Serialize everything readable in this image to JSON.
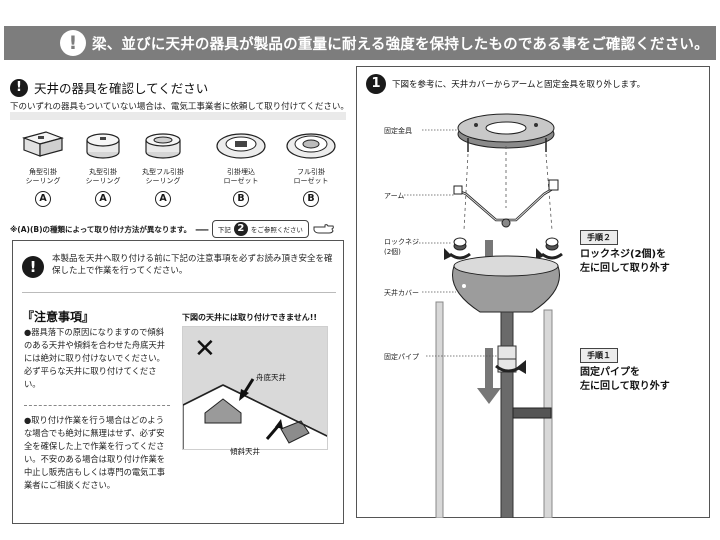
{
  "banner": {
    "icon_glyph": "!",
    "text": "梁、並びに天井の器具が製品の重量に耐える強度を保持したものである事をご確認ください。"
  },
  "left": {
    "heading_icon": "!",
    "heading": "天井の器具を確認してください",
    "subtext": "下のいずれの器具もついていない場合は、電気工事業者に依頼して取り付けてください。",
    "fixtures": [
      {
        "label_line1": "角型引掛",
        "label_line2": "シーリング",
        "grade": "A"
      },
      {
        "label_line1": "丸型引掛",
        "label_line2": "シーリング",
        "grade": "A"
      },
      {
        "label_line1": "丸型フル引掛",
        "label_line2": "シーリング",
        "grade": "A"
      },
      {
        "label_line1": "引掛埋込",
        "label_line2": "ローゼット",
        "grade": "B"
      },
      {
        "label_line1": "フル引掛",
        "label_line2": "ローゼット",
        "grade": "B"
      }
    ],
    "method_note": "※(A)(B)の種類によって取り付け方法が異なります。",
    "ref_prefix": "下記",
    "ref_num": "2",
    "ref_suffix": "をご参照ください",
    "warning_icon": "!",
    "warning_text": "本製品を天井へ取り付ける前に下記の注意事項を必ずお読み頂き安全を確保した上で作業を行ってください。",
    "caution_title": "『注意事項』",
    "caution_items": [
      "●器具落下の原因になりますので傾斜のある天井や傾斜を合わせた舟底天井には絶対に取り付けないでください。必ず平らな天井に取り付けてください。",
      "●取り付け作業を行う場合はどのような場合でも絶対に無理はせず、必ず安全を確保した上で作業を行ってください。不安のある場合は取り付け作業を中止し販売店もしくは専門の電気工事業者にご相談ください。"
    ],
    "no_title": "下図の天井には取り付けできません!!",
    "no_mark": "✕",
    "label_funa": "舟底天井",
    "label_kei": "傾斜天井"
  },
  "right": {
    "step_num": "1",
    "heading": "下図を参考に、天井カバーからアームと固定金具を取り外します。",
    "parts": {
      "kotei_kanagu": "固定金具",
      "arm": "アーム",
      "lock_neji": "ロックネジ",
      "lock_neji_count": "(2個)",
      "tenjo_cover": "天井カバー",
      "kotei_pipe": "固定パイプ"
    },
    "step2_badge": "手順２",
    "step2_line1": "ロックネジ(2個)を",
    "step2_line2": "左に回して取り外す",
    "step1_badge": "手順１",
    "step1_line1": "固定パイプを",
    "step1_line2": "左に回して取り外す"
  }
}
